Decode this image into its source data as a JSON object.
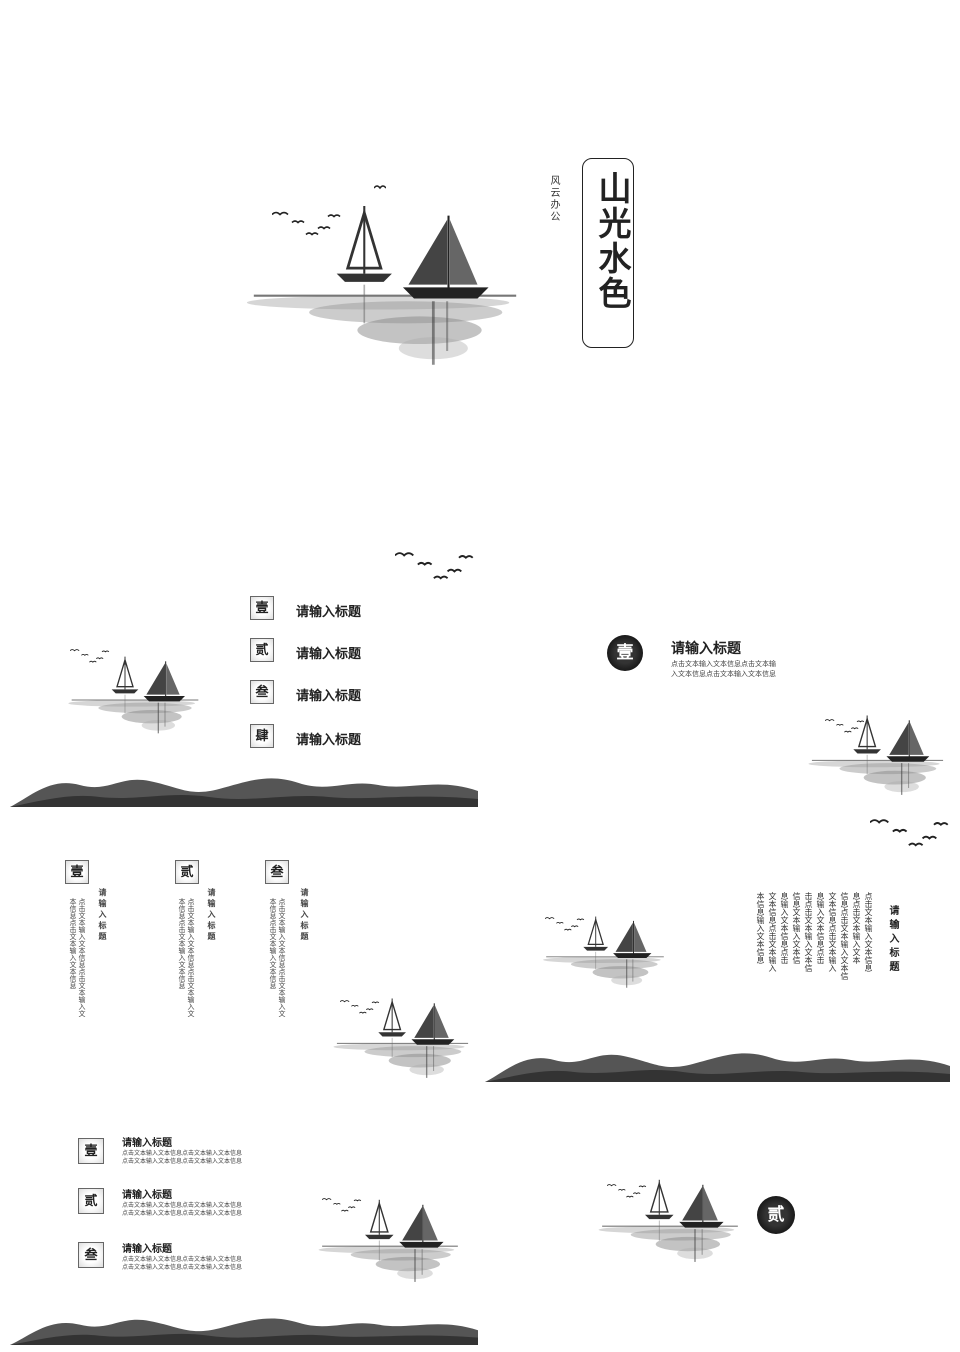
{
  "cover": {
    "title": "山光水色",
    "subtitle": "风云办公"
  },
  "toc": {
    "items": [
      {
        "num": "壹",
        "label": "请输入标题"
      },
      {
        "num": "贰",
        "label": "请输入标题"
      },
      {
        "num": "叁",
        "label": "请输入标题"
      },
      {
        "num": "肆",
        "label": "请输入标题"
      }
    ]
  },
  "section1": {
    "num": "壹",
    "title": "请输入标题",
    "body_line1": "点击文本输入文本信息点击文本输",
    "body_line2": "入文本信息点击文本输入文本信息"
  },
  "three_col": {
    "cols": [
      {
        "num": "壹",
        "title": "请输入标题",
        "body": "点击文本输入文本信息点击文本输入文本信息点击文本输入文本信息"
      },
      {
        "num": "贰",
        "title": "请输入标题",
        "body": "点击文本输入文本信息点击文本输入文本信息点击文本输入文本信息"
      },
      {
        "num": "叁",
        "title": "请输入标题",
        "body": "点击文本输入文本信息点击文本输入文本信息点击文本输入文本信息"
      }
    ]
  },
  "vertical_text": {
    "title": "请输入标题",
    "columns": [
      "点击文本输入文本信息",
      "息点击文本输入文本",
      "信息点击文本输入文本信",
      "文本信息点击文本输入",
      "息输入文本信息点击",
      "击点击文本输入文本信",
      "信息文本输入文本信",
      "息输入文本信息点击",
      "文本信息点击文本输入",
      "本信息输入文本信息"
    ]
  },
  "list3": {
    "items": [
      {
        "num": "壹",
        "title": "请输入标题",
        "body1": "点击文本输入文本信息点击文本输入文本信息",
        "body2": "点击文本输入文本信息点击文本输入文本信息"
      },
      {
        "num": "贰",
        "title": "请输入标题",
        "body1": "点击文本输入文本信息点击文本输入文本信息",
        "body2": "点击文本输入文本信息点击文本输入文本信息"
      },
      {
        "num": "叁",
        "title": "请输入标题",
        "body1": "点击文本输入文本信息点击文本输入文本信息",
        "body2": "点击文本输入文本信息点击文本输入文本信息"
      }
    ]
  },
  "section2": {
    "num": "贰"
  },
  "colors": {
    "ink": "#222222",
    "mountain": "#555555",
    "background": "#ffffff"
  },
  "icons": [
    "sailboat-ink-icon",
    "birds-icon",
    "ink-mountains-icon",
    "ink-circle-badge-icon"
  ]
}
